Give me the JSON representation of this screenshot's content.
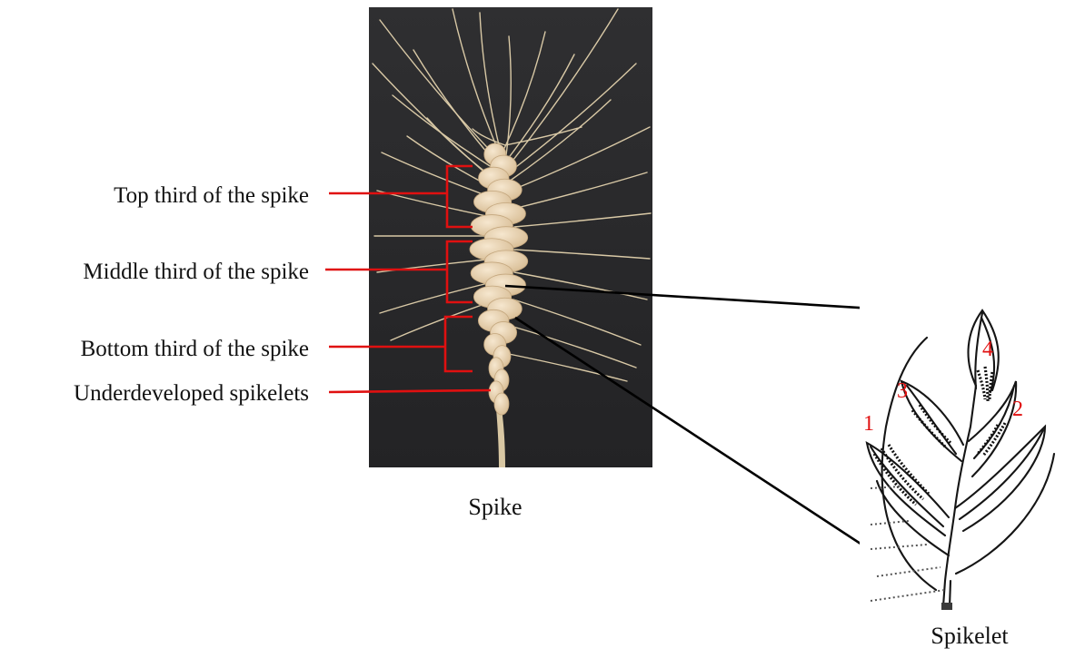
{
  "labels": {
    "top": "Top third of the spike",
    "middle": "Middle third of the spike",
    "bottom": "Bottom third of the spike",
    "underdeveloped": "Underdeveloped spikelets"
  },
  "captions": {
    "spike": "Spike",
    "spikelet": "Spikelet"
  },
  "floret_numbers": [
    "1",
    "2",
    "3",
    "4"
  ],
  "colors": {
    "annotation": "#e01010",
    "photo_background": "#2a2a2c",
    "grain": "#e7d2b2",
    "awn": "#d9c9a6",
    "connector": "#000000",
    "floret_number": "#e01010"
  }
}
